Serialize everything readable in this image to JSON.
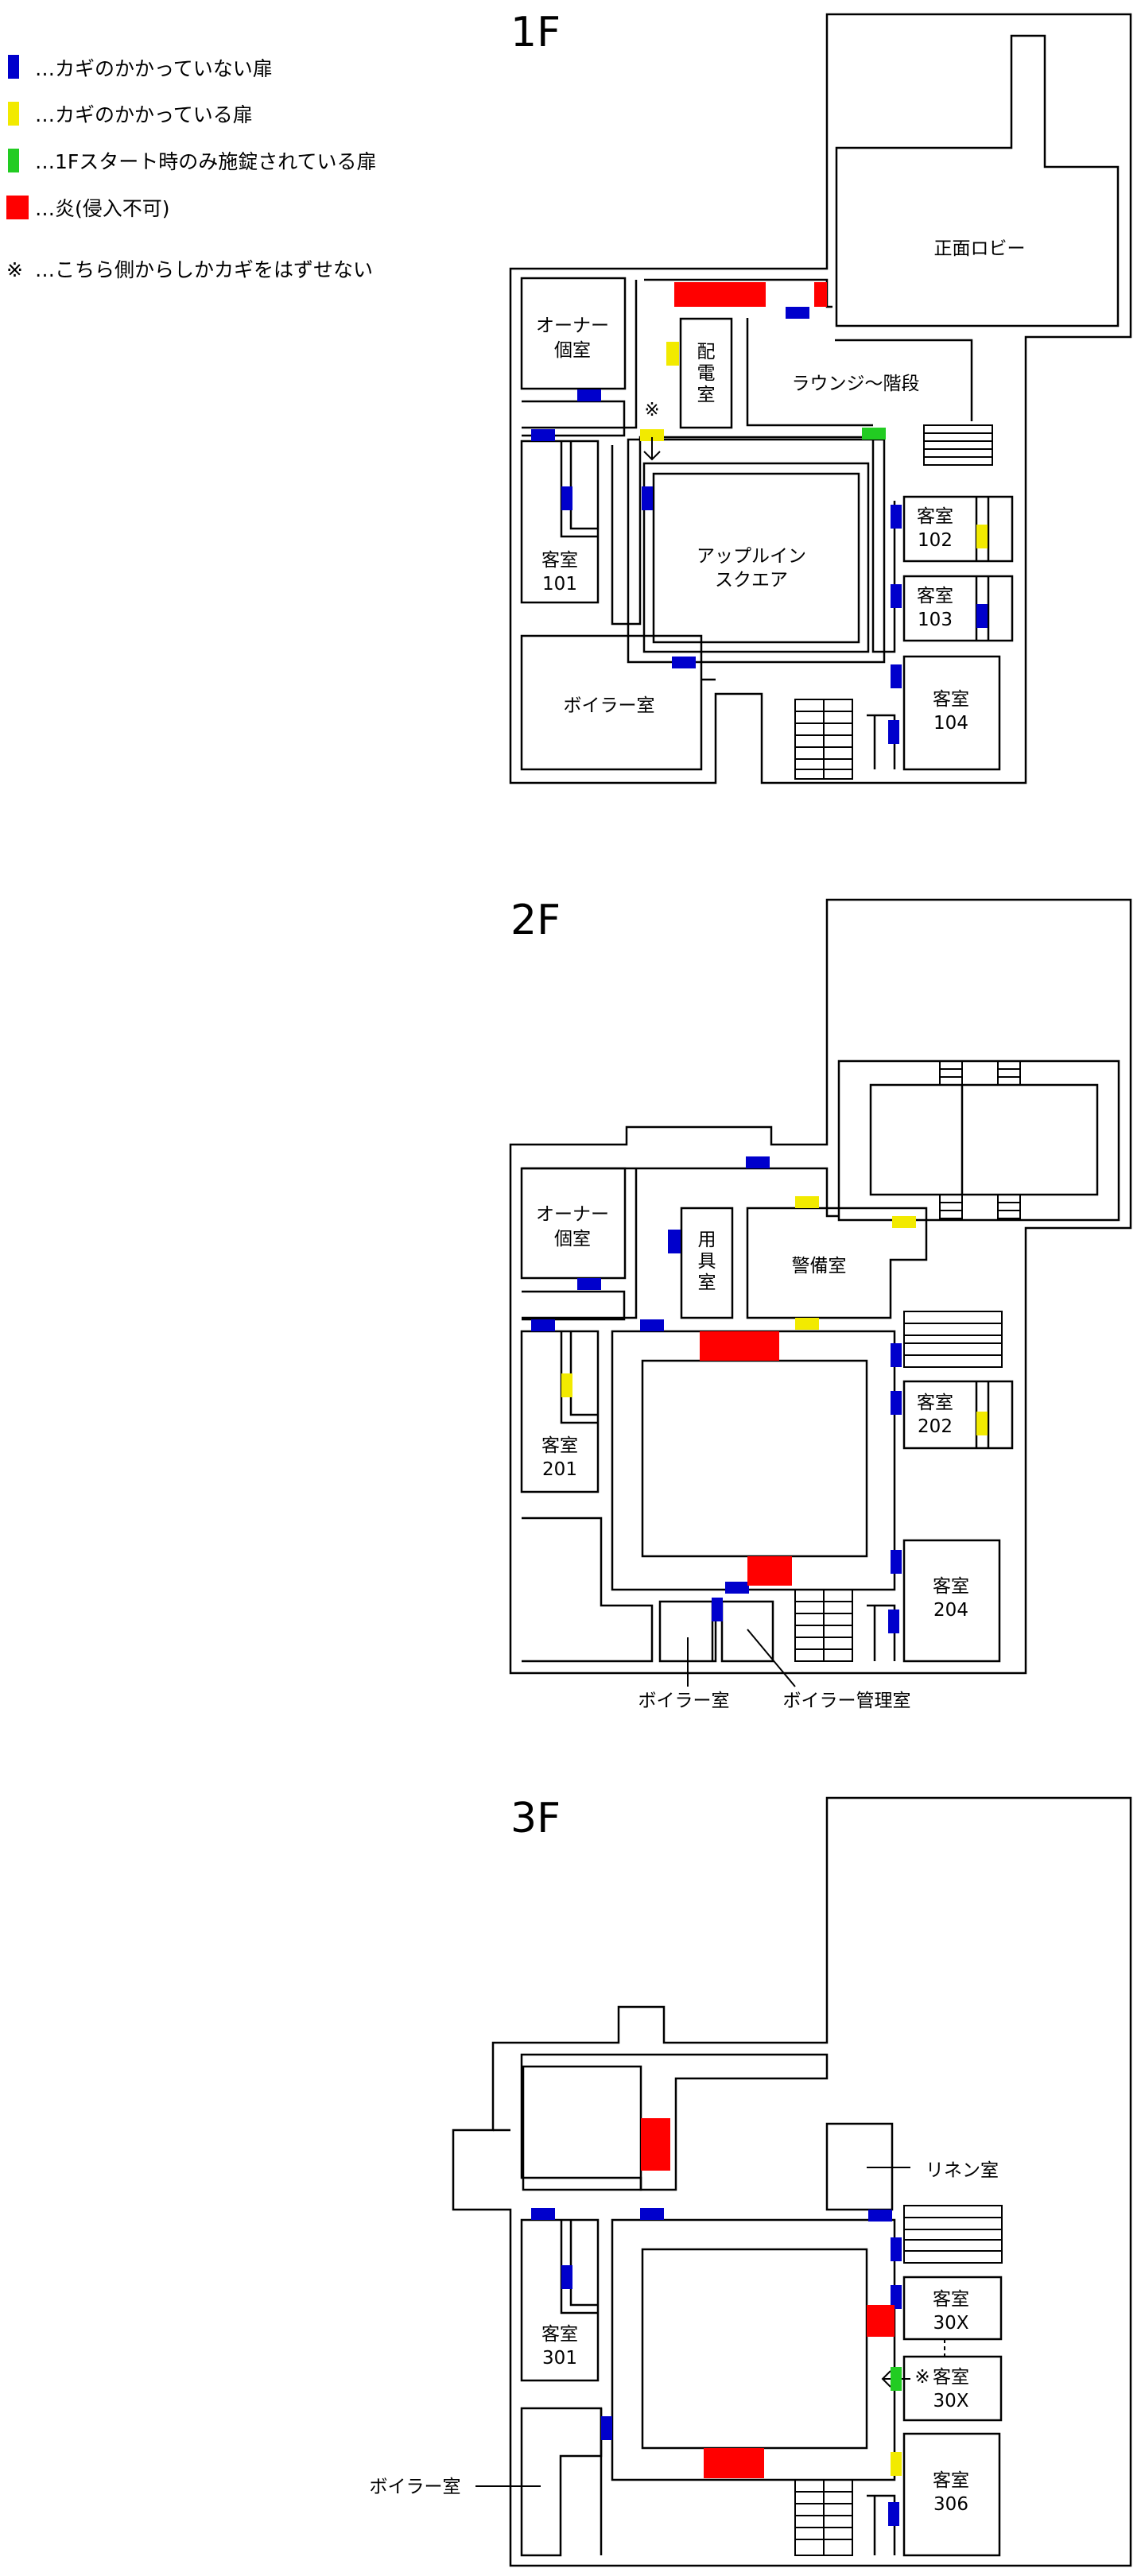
{
  "legend": [
    {
      "label": "…カギのかかっていない扉",
      "color": "#0000cc"
    },
    {
      "label": "…カギのかかっている扉",
      "color": "#f2ea00"
    },
    {
      "label": "…1Fスタート時のみ施錠されている扉",
      "color": "#22cc22"
    },
    {
      "label": "…炎(侵入不可)",
      "color": "#ff0000"
    }
  ],
  "legend_note": {
    "mark": "※",
    "text": "…こちら側からしかカギをはずせない"
  },
  "floors": [
    {
      "title": "1F",
      "labels": {
        "lobby": "正面ロビー",
        "owner_l1": "オーナー",
        "owner_l2": "個室",
        "elec_l1": "配",
        "elec_l2": "電",
        "elec_l3": "室",
        "lounge": "ラウンジ～階段",
        "note": "※",
        "square_l1": "アップルイン",
        "square_l2": "スクエア",
        "g101_l1": "客室",
        "g101_l2": "101",
        "g102_l1": "客室",
        "g102_l2": "102",
        "g103_l1": "客室",
        "g103_l2": "103",
        "g104_l1": "客室",
        "g104_l2": "104",
        "boiler": "ボイラー室"
      }
    },
    {
      "title": "2F",
      "labels": {
        "owner_l1": "オーナー",
        "owner_l2": "個室",
        "tool_l1": "用",
        "tool_l2": "具",
        "tool_l3": "室",
        "guard": "警備室",
        "g201_l1": "客室",
        "g201_l2": "201",
        "g202_l1": "客室",
        "g202_l2": "202",
        "g204_l1": "客室",
        "g204_l2": "204",
        "boiler": "ボイラー室",
        "boiler_mgmt": "ボイラー管理室"
      }
    },
    {
      "title": "3F",
      "labels": {
        "linen": "リネン室",
        "g30xa_l1": "客室",
        "g30xa_l2": "30X",
        "note": "※",
        "g30xb_l1": "客室",
        "g30xb_l2": "30X",
        "g301_l1": "客室",
        "g301_l2": "301",
        "g306_l1": "客室",
        "g306_l2": "306",
        "boiler": "ボイラー室"
      }
    }
  ]
}
